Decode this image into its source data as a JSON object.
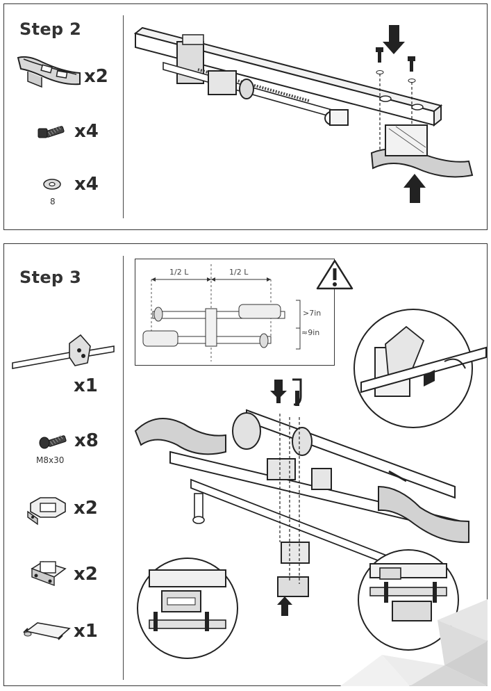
{
  "step2": {
    "title": "Step 2",
    "parts": [
      {
        "icon": "cradle-icon",
        "qty": "x2"
      },
      {
        "icon": "bolt-icon",
        "qty": "x4"
      },
      {
        "icon": "washer-icon",
        "qty": "x4",
        "note": "8"
      }
    ]
  },
  "step3": {
    "title": "Step 3",
    "parts": [
      {
        "icon": "crossbar-assembly-icon",
        "qty": "x1"
      },
      {
        "icon": "bolt-icon",
        "qty": "x8",
        "note": "M8x30"
      },
      {
        "icon": "clamp-bracket-icon",
        "qty": "x2"
      },
      {
        "icon": "mounting-plate-icon",
        "qty": "x2"
      },
      {
        "icon": "strap-tray-icon",
        "qty": "x1"
      }
    ],
    "diagram": {
      "left_half": "1/2 L",
      "right_half": "1/2 L",
      "upper_gap": ">7in",
      "lower_gap": "≈9in"
    }
  }
}
